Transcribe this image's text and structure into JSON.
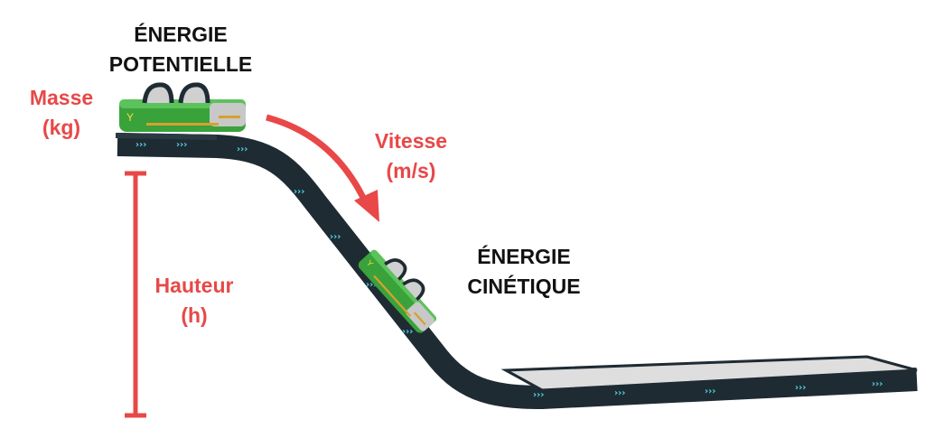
{
  "labels": {
    "potential_energy": [
      "ÉNERGIE",
      "POTENTIELLE"
    ],
    "kinetic_energy": [
      "ÉNERGIE",
      "CINÉTIQUE"
    ],
    "mass": [
      "Masse",
      "(kg)"
    ],
    "speed": [
      "Vitesse",
      "(m/s)"
    ],
    "height": [
      "Hauteur",
      "(h)"
    ]
  },
  "colors": {
    "accent_red": "#e84848",
    "track": "#1f2b33",
    "cart_green": "#3aa23a"
  }
}
